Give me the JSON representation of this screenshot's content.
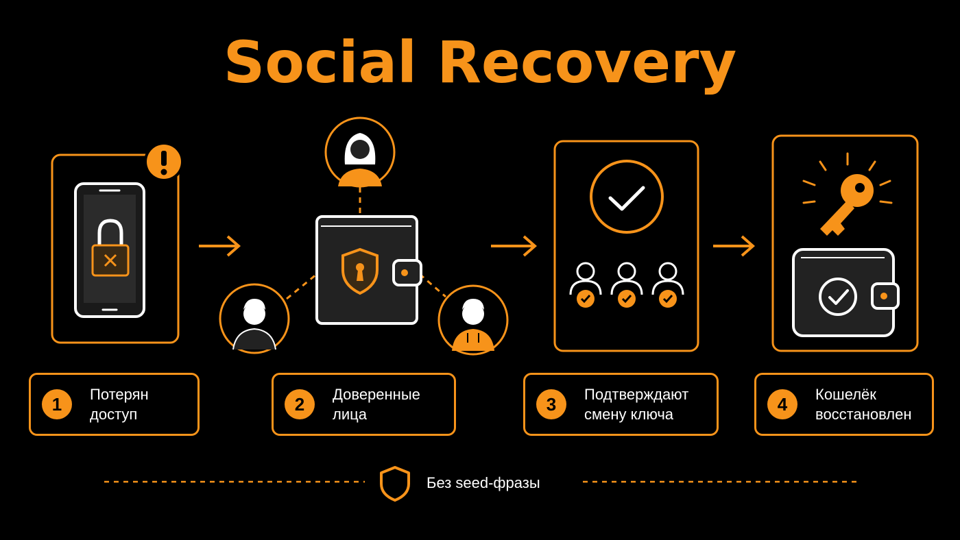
{
  "title": "Social Recovery",
  "steps": [
    {
      "number": "1",
      "line1": "Потерян",
      "line2": "доступ"
    },
    {
      "number": "2",
      "line1": "Доверенные",
      "line2": "лица"
    },
    {
      "number": "3",
      "line1": "Подтверждают",
      "line2": "смену ключа"
    },
    {
      "number": "4",
      "line1": "Кошелёк",
      "line2": "восстановлен"
    }
  ],
  "footer": {
    "text": "Без seed-фразы"
  },
  "colors": {
    "accent": "#F7931A",
    "background": "#000000",
    "text": "#FFFFFF"
  },
  "icons": {
    "step1": [
      "smartphone-icon",
      "lock-icon",
      "alert-icon"
    ],
    "step2": [
      "wallet-icon",
      "shield-keyhole-icon",
      "person-icon"
    ],
    "step3": [
      "check-circle-icon",
      "people-icon"
    ],
    "step4": [
      "key-icon",
      "wallet-check-icon"
    ],
    "footer": "shield-icon"
  }
}
